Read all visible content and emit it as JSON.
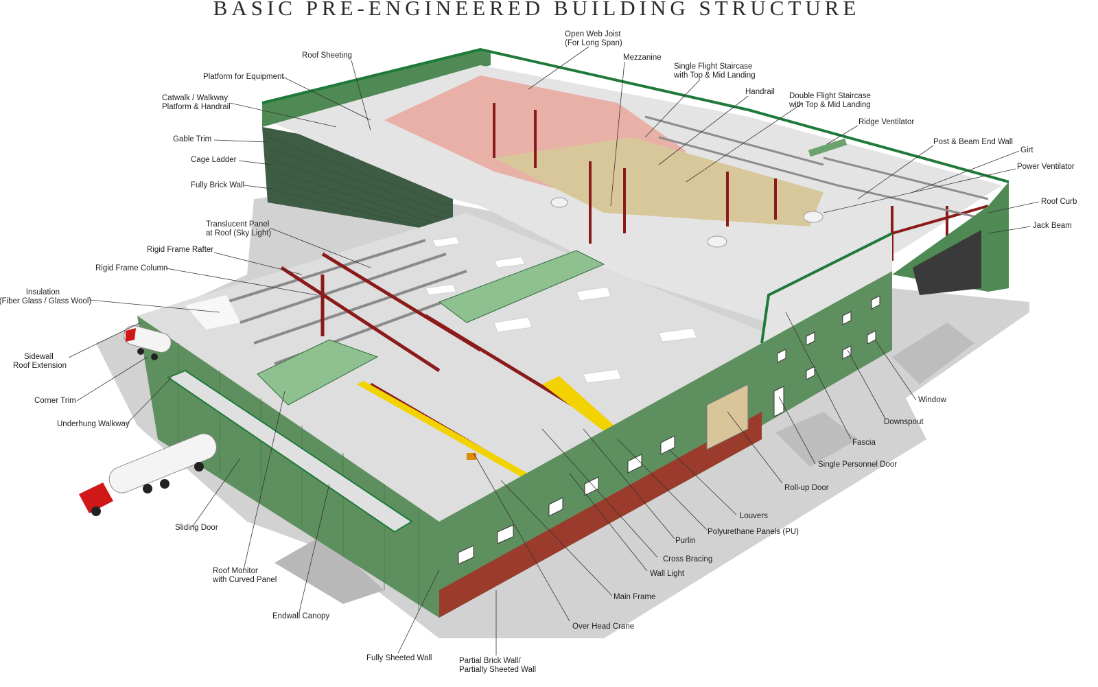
{
  "title": "BASIC  PRE-ENGINEERED BUILDING STRUCTURE",
  "colors": {
    "wall_green": "#5e8f5e",
    "trim_green": "#1f7a3a",
    "roof_white": "#e6e6e6",
    "frame_red": "#8b1a1a",
    "brick": "#9a3b2c",
    "ground": "#cfcfcf",
    "deck_tan": "#d8c79a",
    "crane_yellow": "#f2d200"
  },
  "labels": {
    "open_web_joist": [
      "Open Web Joist",
      "(For Long Span)"
    ],
    "roof_sheeting": [
      "Roof Sheeting"
    ],
    "mezzanine": [
      "Mezzanine"
    ],
    "single_flight_staircase": [
      "Single Flight Staircase",
      "with Top & Mid Landing"
    ],
    "platform_for_equipment": [
      "Platform for Equipment"
    ],
    "handrail": [
      "Handrail"
    ],
    "catwalk": [
      "Catwalk / Walkway",
      "Platform & Handrail"
    ],
    "double_flight_staircase": [
      "Double Flight Staircase",
      "with Top & Mid Landing"
    ],
    "ridge_ventilator": [
      "Ridge Ventilator"
    ],
    "gable_trim": [
      "Gable Trim"
    ],
    "post_beam_end_wall": [
      "Post & Beam End Wall"
    ],
    "cage_ladder": [
      "Cage Ladder"
    ],
    "girt": [
      "Girt"
    ],
    "power_ventilator": [
      "Power Ventilator"
    ],
    "fully_brick_wall": [
      "Fully Brick Wall"
    ],
    "roof_curb": [
      "Roof Curb"
    ],
    "translucent_panel": [
      "Translucent Panel",
      "at Roof (Sky Light)"
    ],
    "jack_beam": [
      "Jack Beam"
    ],
    "rigid_frame_rafter": [
      "Rigid Frame Rafter"
    ],
    "rigid_frame_column": [
      "Rigid Frame Column"
    ],
    "insulation": [
      "Insulation",
      "(Fiber Glass / Glass Wool)"
    ],
    "sidewall_roof_extension": [
      "Sidewall",
      "Roof Extension"
    ],
    "window": [
      "Window"
    ],
    "corner_trim": [
      "Corner Trim"
    ],
    "downspout": [
      "Downspout"
    ],
    "underhung_walkway": [
      "Underhung Walkway"
    ],
    "fascia": [
      "Fascia"
    ],
    "single_personnel_door": [
      "Single Personnel Door"
    ],
    "roll_up_door": [
      "Roll-up Door"
    ],
    "louvers": [
      "Louvers"
    ],
    "sliding_door": [
      "Sliding Door"
    ],
    "polyurethane_panels": [
      "Polyurethane Panels (PU)"
    ],
    "purlin": [
      "Purlin"
    ],
    "cross_bracing": [
      "Cross Bracing"
    ],
    "roof_monitor": [
      "Roof Monitor",
      "with Curved Panel"
    ],
    "wall_light": [
      "Wall Light"
    ],
    "main_frame": [
      "Main Frame"
    ],
    "endwall_canopy": [
      "Endwall Canopy"
    ],
    "over_head_crane": [
      "Over Head Crane"
    ],
    "fully_sheeted_wall": [
      "Fully Sheeted Wall"
    ],
    "partial_brick_wall": [
      "Partial Brick Wall/",
      "Partially Sheeted Wall"
    ]
  }
}
